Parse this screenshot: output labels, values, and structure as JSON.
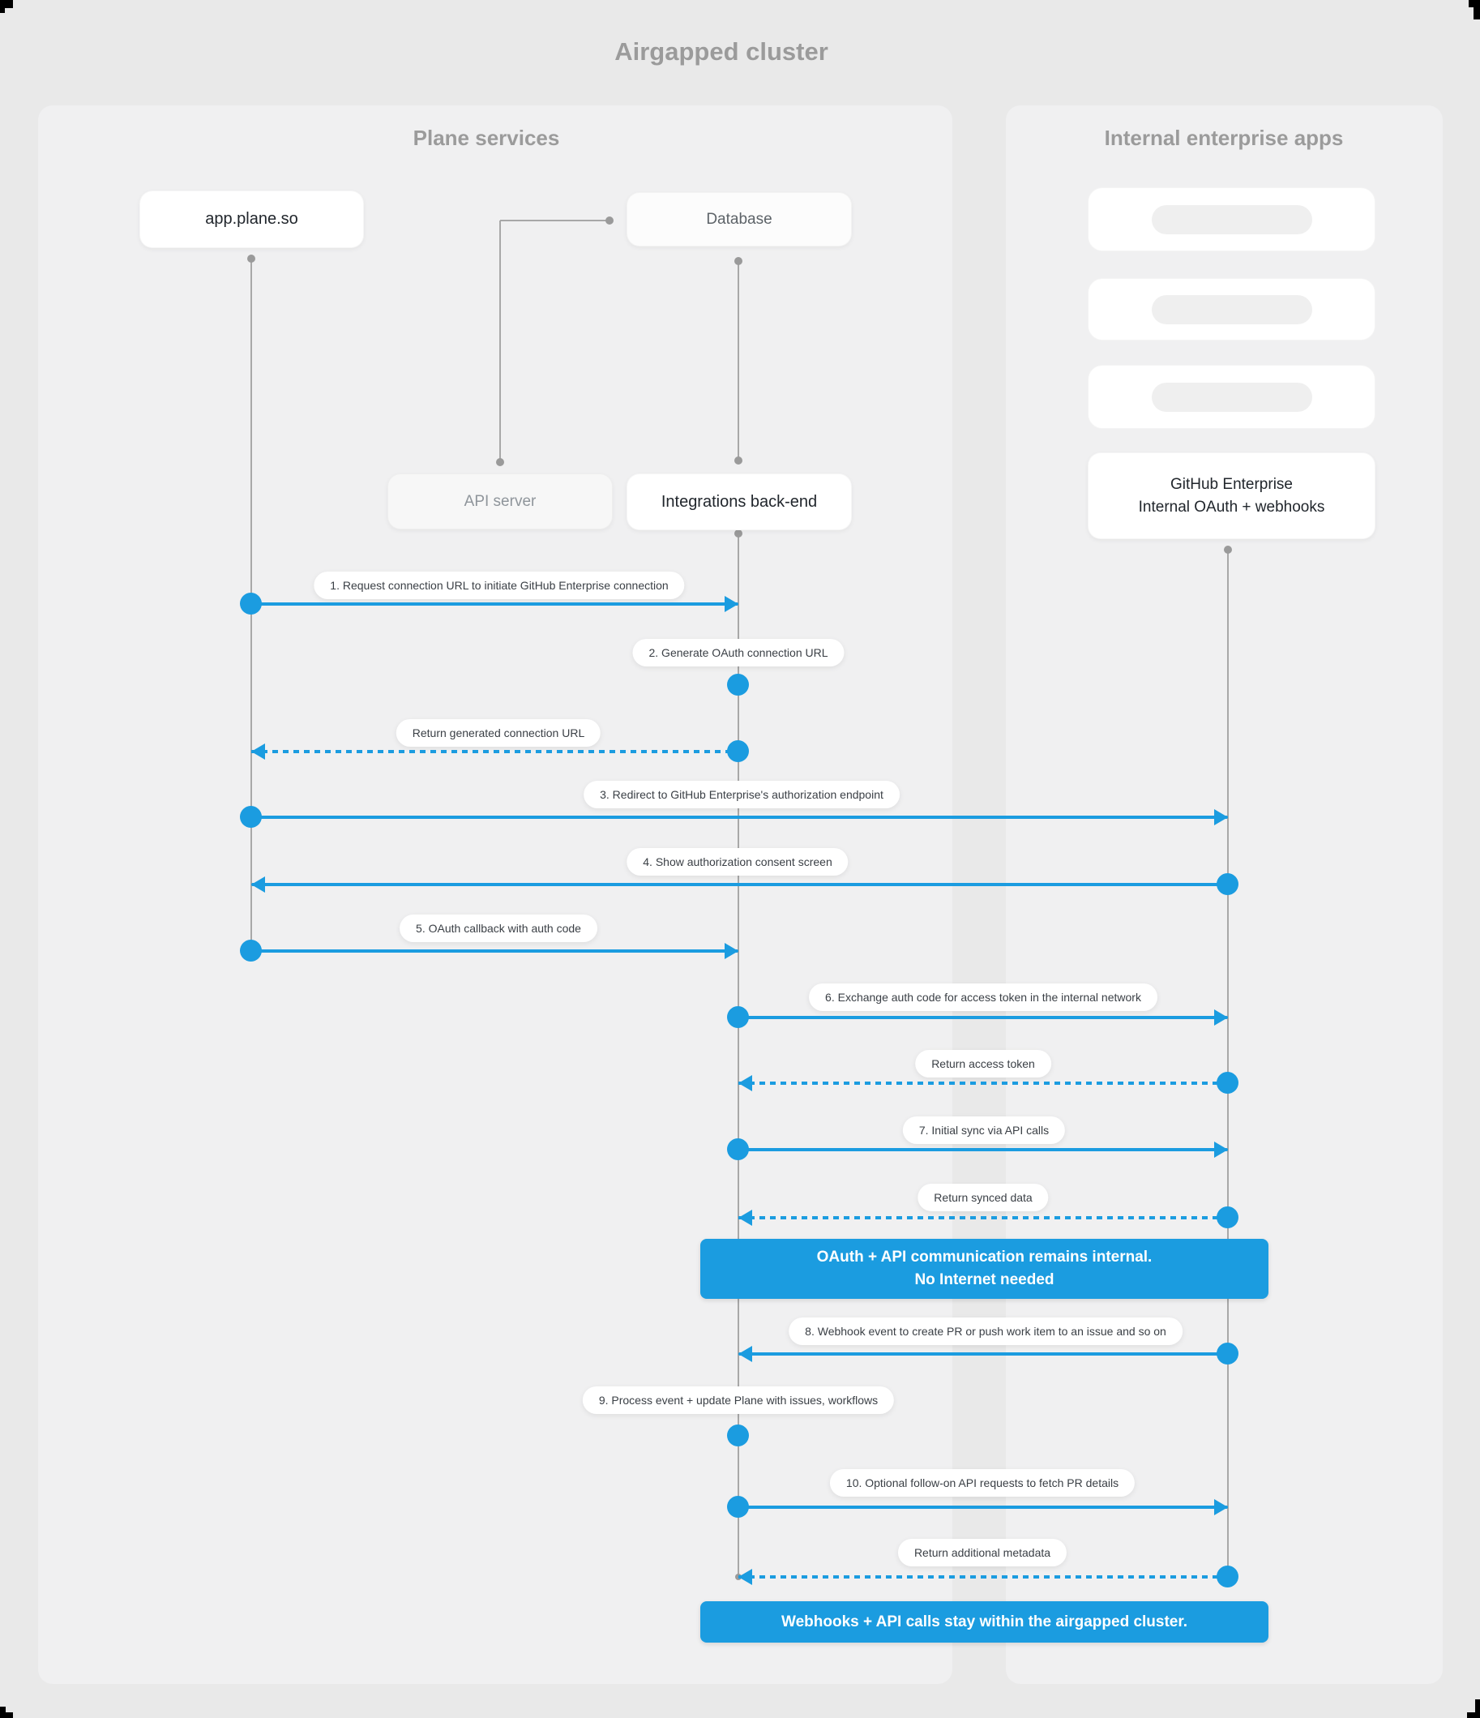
{
  "title": "Airgapped cluster",
  "colors": {
    "accent": "#1b9ce0",
    "page_bg": "#e9e9e9",
    "panel_bg": "#f0f0f1",
    "line_gray": "#a8a8a8",
    "dot_gray": "#9a9a9a",
    "title_gray": "#9b9b9b",
    "text_dark": "#21262c",
    "text_medium": "#5d6368",
    "text_light": "#8f959b",
    "pill_text": "#3a3f45",
    "skeleton": "#efefef"
  },
  "panels": {
    "left": {
      "title": "Plane services"
    },
    "right": {
      "title": "Internal enterprise apps"
    }
  },
  "actors": {
    "app_plane_so": {
      "label": "app.plane.so"
    },
    "database": {
      "label": "Database"
    },
    "api_server": {
      "label": "API server"
    },
    "integrations_backend": {
      "label": "Integrations back-end"
    },
    "github_enterprise": {
      "label_line1": "GitHub Enterprise",
      "label_line2": "Internal OAuth + webhooks"
    }
  },
  "messages": [
    {
      "label": "1. Request connection URL to initiate GitHub Enterprise connection"
    },
    {
      "label": "2. Generate OAuth connection URL"
    },
    {
      "label": "Return generated connection URL"
    },
    {
      "label": "3. Redirect to GitHub Enterprise's authorization endpoint"
    },
    {
      "label": "4. Show authorization consent screen"
    },
    {
      "label": "5. OAuth callback with auth code"
    },
    {
      "label": "6. Exchange auth code for access token in the internal network"
    },
    {
      "label": "Return access token"
    },
    {
      "label": "7. Initial sync via API calls"
    },
    {
      "label": "Return synced data"
    },
    {
      "label": "8. Webhook event to create PR  or push work item to an issue  and so on"
    },
    {
      "label": "9. Process event + update Plane with issues, workflows"
    },
    {
      "label": "10. Optional follow-on API requests to fetch PR details"
    },
    {
      "label": "Return additional metadata"
    }
  ],
  "banners": [
    {
      "line1": "OAuth + API communication remains internal.",
      "line2": "No Internet needed"
    },
    {
      "line1": "Webhooks + API calls stay within the airgapped cluster."
    }
  ]
}
